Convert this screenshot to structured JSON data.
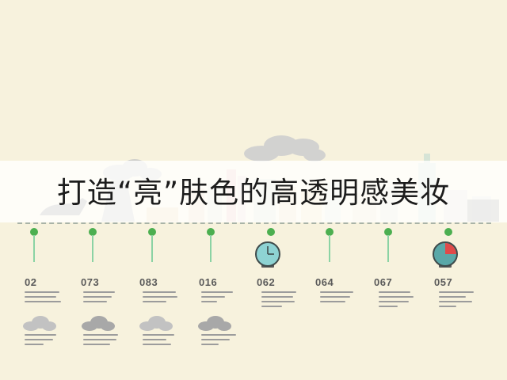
{
  "title": "打造“亮”肤色的高透明感美妆",
  "colors": {
    "background": "#f7f2dd",
    "pin_green": "#4caf50",
    "stem_green": "#8bd3a4",
    "clock_face": "#8ed3d3",
    "clock_sector": "#e04a4a",
    "cloud_gray": "#c2c2c2",
    "dashline": "#a9b3a6"
  },
  "timeline": [
    {
      "number": "02",
      "icon": "cloud-icon"
    },
    {
      "number": "073",
      "icon": "cloud-icon"
    },
    {
      "number": "083",
      "icon": "cloud-icon"
    },
    {
      "number": "016",
      "icon": "cloud-icon"
    },
    {
      "number": "062",
      "icon": "clock-icon"
    },
    {
      "number": "064",
      "icon": "none"
    },
    {
      "number": "067",
      "icon": "none"
    },
    {
      "number": "057",
      "icon": "pie-clock-icon"
    }
  ]
}
